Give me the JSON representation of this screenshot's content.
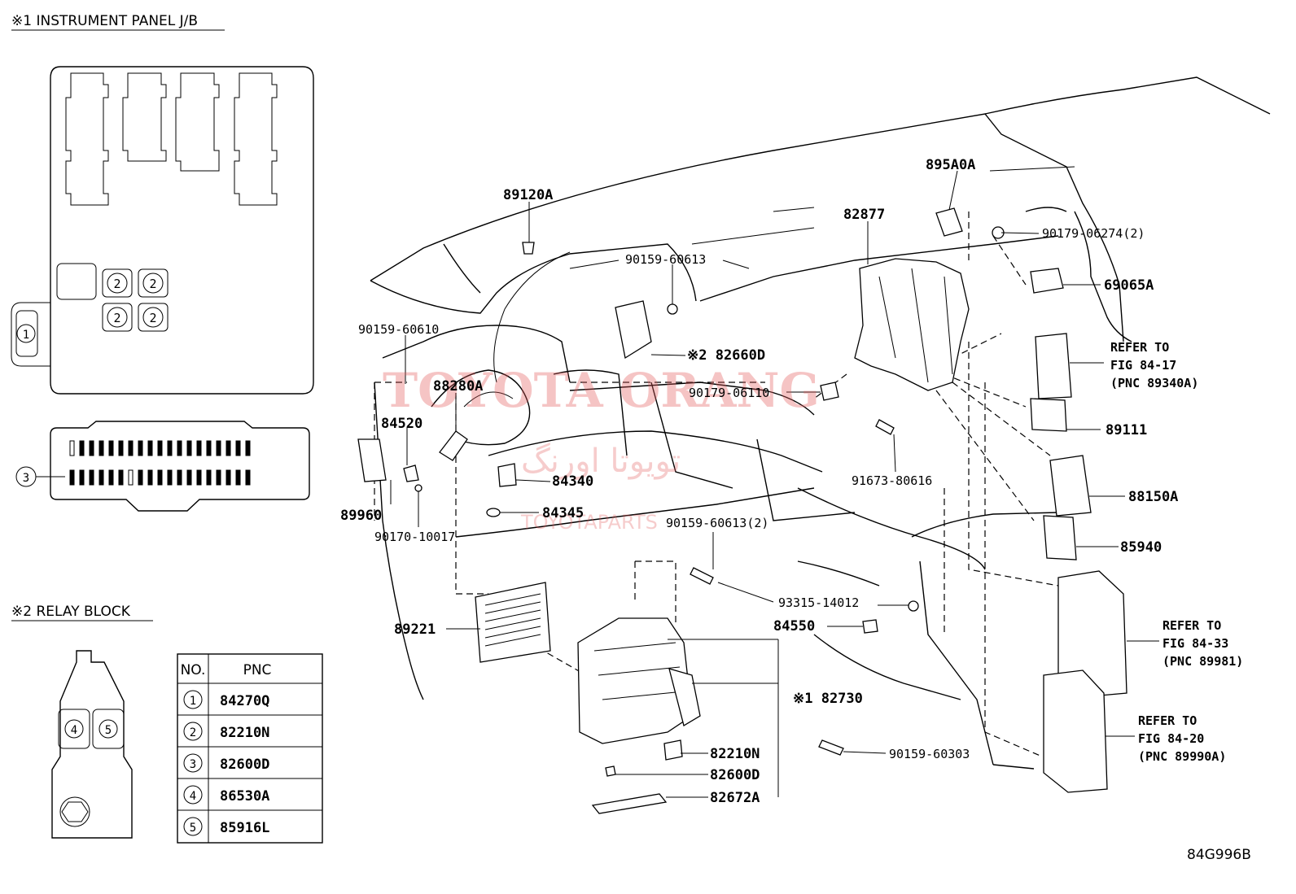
{
  "insets": {
    "instrument_panel_title": "※1 INSTRUMENT PANEL J/B",
    "relay_block_title": "※2 RELAY BLOCK",
    "circle_1": "1",
    "circle_2": "2",
    "circle_3": "3",
    "circle_4": "4",
    "circle_5": "5"
  },
  "pnc_table": {
    "header_no": "NO.",
    "header_pnc": "PNC",
    "rows": [
      {
        "no": "1",
        "pnc": "84270Q"
      },
      {
        "no": "2",
        "pnc": "82210N"
      },
      {
        "no": "3",
        "pnc": "82600D"
      },
      {
        "no": "4",
        "pnc": "86530A"
      },
      {
        "no": "5",
        "pnc": "85916L"
      }
    ]
  },
  "parts": {
    "p89120A": "89120A",
    "p895A0A": "895A0A",
    "p82877": "82877",
    "p90179_06274": "90179-06274(2)",
    "p69065A": "69065A",
    "p90159_60613_top": "90159-60613",
    "p90159_60610": "90159-60610",
    "p82660D": "※2 82660D",
    "p88280A": "88280A",
    "p90179_06110": "90179-06110",
    "p84520": "84520",
    "p84340": "84340",
    "p84345": "84345",
    "p89960": "89960",
    "p90170_10017": "90170-10017",
    "p91673_80616": "91673-80616",
    "p90159_60613_2": "90159-60613(2)",
    "p89111": "89111",
    "p88150A": "88150A",
    "p85940": "85940",
    "p93315_14012": "93315-14012",
    "p84550": "84550",
    "p89221": "89221",
    "p82730": "※1 82730",
    "p82210N": "82210N",
    "p82600D": "82600D",
    "p82672A": "82672A",
    "p90159_60303": "90159-60303"
  },
  "refs": {
    "ref1": [
      "REFER TO",
      "FIG 84-17",
      "(PNC 89340A)"
    ],
    "ref2": [
      "REFER TO",
      "FIG 84-33",
      "(PNC 89981)"
    ],
    "ref3": [
      "REFER TO",
      "FIG 84-20",
      "(PNC 89990A)"
    ]
  },
  "watermark": {
    "main": "TOYOTA ORANG",
    "arabic": "تويوتا اورنگ",
    "sub": "TOYOTAPARTS"
  },
  "figure_id": "84G996B"
}
